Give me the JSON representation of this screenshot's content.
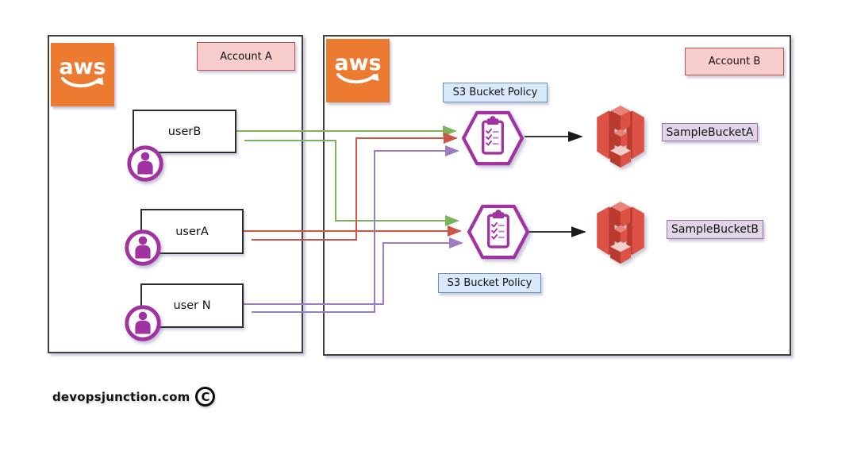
{
  "accounts": {
    "a": {
      "label": "Account A",
      "aws_logo": "aws",
      "users": [
        {
          "name": "userB"
        },
        {
          "name": "userA"
        },
        {
          "name": "user N"
        }
      ]
    },
    "b": {
      "label": "Account B",
      "aws_logo": "aws",
      "policies": [
        {
          "label": "S3 Bucket Policy"
        },
        {
          "label": "S3 Bucket Policy"
        }
      ],
      "buckets": [
        {
          "name": "SampleBucketA"
        },
        {
          "name": "SampleBucketB"
        }
      ]
    }
  },
  "connections": [
    {
      "from": "userB",
      "to": "S3 Bucket Policy of SampleBucketA",
      "color": "green"
    },
    {
      "from": "userB",
      "to": "S3 Bucket Policy of SampleBucketB",
      "color": "green"
    },
    {
      "from": "userA",
      "to": "S3 Bucket Policy of SampleBucketA",
      "color": "red"
    },
    {
      "from": "userA",
      "to": "S3 Bucket Policy of SampleBucketB",
      "color": "red"
    },
    {
      "from": "user N",
      "to": "S3 Bucket Policy of SampleBucketA",
      "color": "purple"
    },
    {
      "from": "user N",
      "to": "S3 Bucket Policy of SampleBucketB",
      "color": "purple"
    },
    {
      "from": "S3 Bucket Policy 1",
      "to": "SampleBucketA",
      "color": "black"
    },
    {
      "from": "S3 Bucket Policy 2",
      "to": "SampleBucketB",
      "color": "black"
    }
  ],
  "footer": {
    "site": "devopsjunction.com",
    "copyright_letter": "C"
  },
  "colors": {
    "aws_orange": "#EC7B31",
    "account_label_bg": "#F8CECC",
    "account_label_border": "#B85450",
    "policy_label_bg": "#DAE8FC",
    "policy_label_border": "#6C8EBF",
    "bucket_label_bg": "#E1D5E7",
    "bucket_label_border": "#9673A6",
    "icon_purple": "#A232A2",
    "line_green": "#7EB35E",
    "line_red": "#CC5449",
    "line_purple": "#9E7CC1",
    "bucket_red": "#DD5245"
  }
}
